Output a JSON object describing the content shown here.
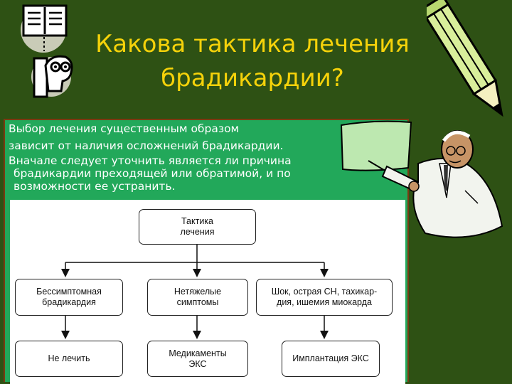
{
  "title": {
    "line1": "Какова тактика лечения",
    "line2": "брадикардии?"
  },
  "body": {
    "p1": "Выбор лечения существенным образом",
    "p2": "зависит от наличия осложнений брадикардии.",
    "p3": "Вначале следует уточнить является ли причина брадикардии преходящей или обратимой, и по возможности ее устранить."
  },
  "diagram": {
    "root": "Тактика\nлечения",
    "branches": [
      {
        "condition": "Бессимптомная\nбрадикардия",
        "action": "Не лечить"
      },
      {
        "condition": "Нетяжелые\nсимптомы",
        "action": "Медикаменты\nЭКС"
      },
      {
        "condition": "Шок, острая СН, тахикар-\nдия, ишемия миокарда",
        "action": "Имплантация ЭКС"
      }
    ]
  },
  "colors": {
    "background": "#2e5114",
    "title": "#f5d20a",
    "panel": "#22a85a",
    "panel_border": "#7a3b12",
    "text": "#ffffff"
  },
  "icons": [
    "book-icon",
    "thinking-head-icon",
    "pencil-icon",
    "lecturer-illustration"
  ]
}
